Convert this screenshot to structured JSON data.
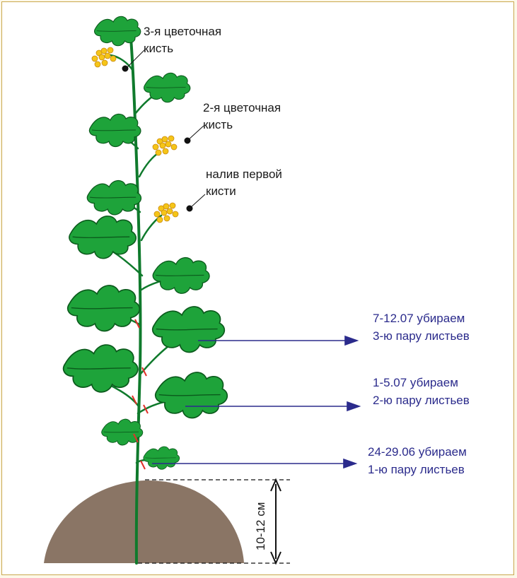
{
  "colors": {
    "border": "#c9a84e",
    "stem": "#0f7a2c",
    "leaf": "#1ea33a",
    "leaf_outline": "#0b5a1c",
    "soil": "#8a7565",
    "flower": "#f5c518",
    "arrow": "#2b2b8c",
    "cut_mark": "#e0302a",
    "dot": "#111111"
  },
  "flower_labels": [
    {
      "line1": "3-я цветочная",
      "line2": "кисть"
    },
    {
      "line1": "2-я цветочная",
      "line2": "кисть"
    },
    {
      "line1": "налив первой",
      "line2": "кисти"
    }
  ],
  "removal_labels": [
    {
      "line1": "7-12.07 убираем",
      "line2": "3-ю пару листьев"
    },
    {
      "line1": "1-5.07 убираем",
      "line2": "2-ю пару листьев"
    },
    {
      "line1": "24-29.06 убираем",
      "line2": "1-ю пару листьев"
    }
  ],
  "height_label": "10-12 см"
}
